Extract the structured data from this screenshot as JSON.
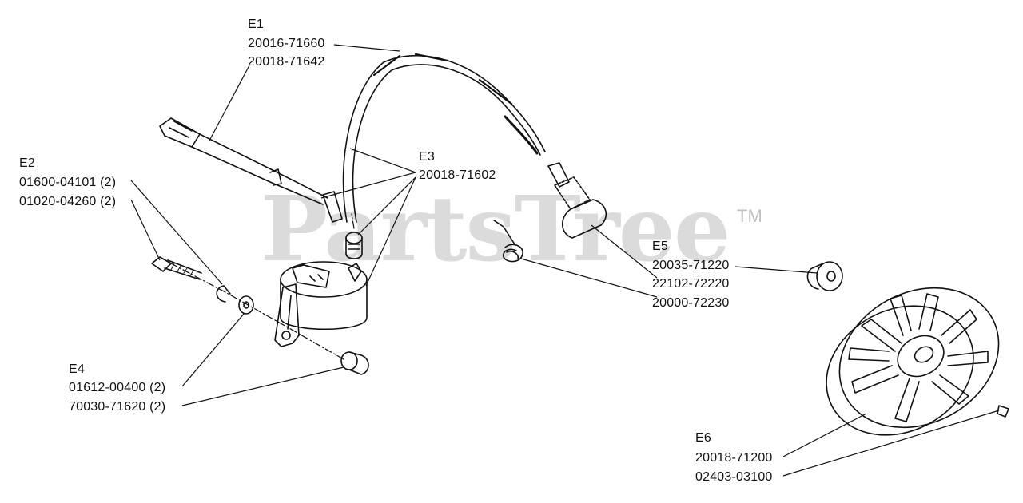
{
  "watermark": {
    "text": "PartsTree",
    "trademark": "TM"
  },
  "groups": [
    {
      "id": "E1",
      "parts": [
        "20016-71660",
        "20018-71642"
      ]
    },
    {
      "id": "E2",
      "parts": [
        "01600-04101 (2)",
        "01020-04260 (2)"
      ]
    },
    {
      "id": "E3",
      "parts": [
        "20018-71602"
      ]
    },
    {
      "id": "E4",
      "parts": [
        "01612-00400 (2)",
        "70030-71620 (2)"
      ]
    },
    {
      "id": "E5",
      "parts": [
        "20035-71220",
        "22102-72220",
        "20000-72230"
      ]
    },
    {
      "id": "E6",
      "parts": [
        "20018-71200",
        "02403-03100"
      ]
    }
  ]
}
